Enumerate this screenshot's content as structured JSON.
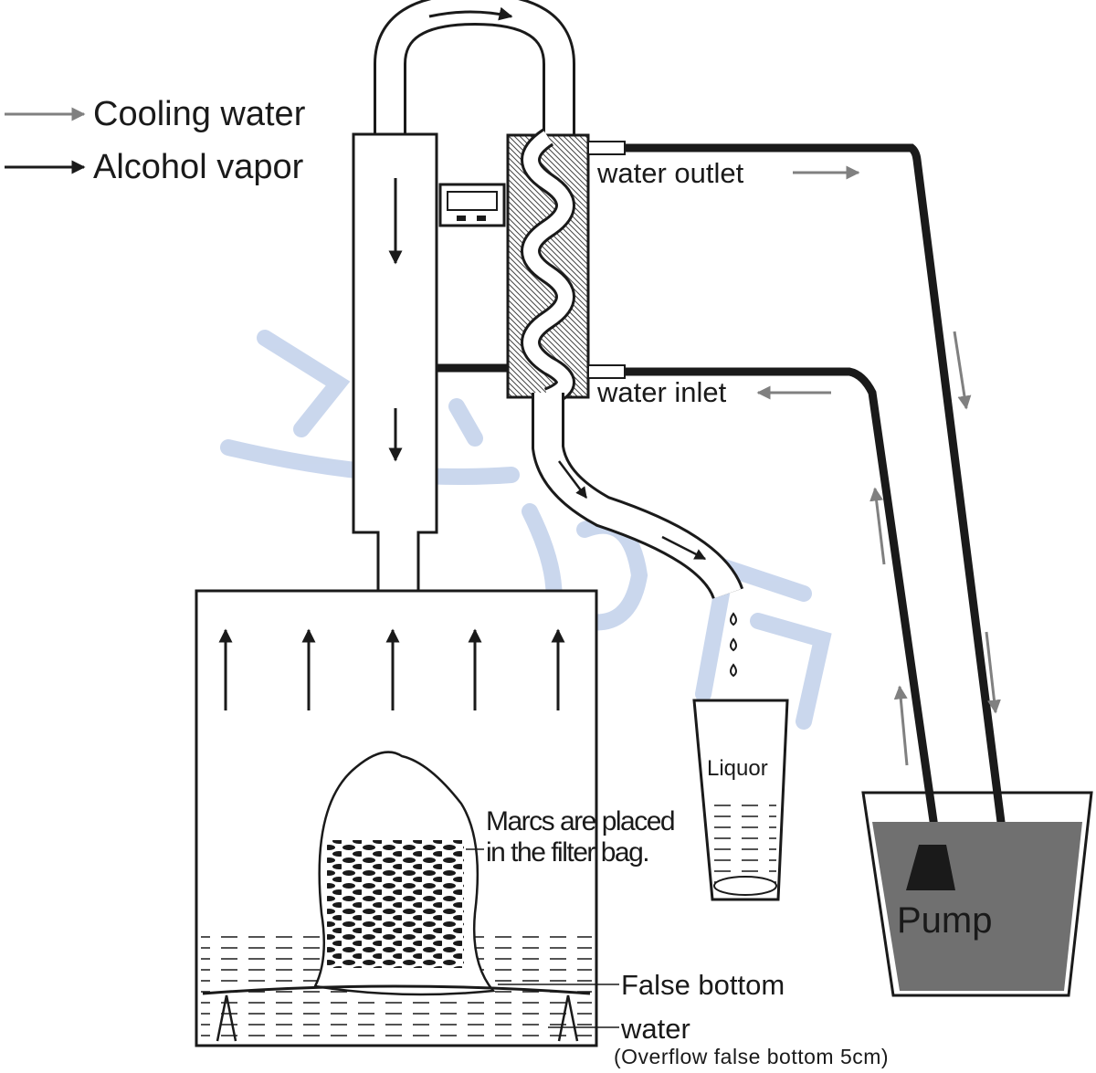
{
  "legend": {
    "cooling_water": "Cooling water",
    "alcohol_vapor": "Alcohol vapor"
  },
  "labels": {
    "water_outlet": "water outlet",
    "water_inlet": "water inlet",
    "liquor": "Liquor",
    "marcs_line1": "Marcs are placed",
    "marcs_line2": "in the filter bag.",
    "false_bottom": "False bottom",
    "water": "water",
    "overflow_note": "(Overflow false bottom 5cm)",
    "pump": "Pump"
  },
  "colors": {
    "cooling_water_arrow": "#808080",
    "alcohol_vapor_arrow": "#1a1a1a",
    "bucket_water": "#707070",
    "watermark": "#9fb7e0"
  }
}
